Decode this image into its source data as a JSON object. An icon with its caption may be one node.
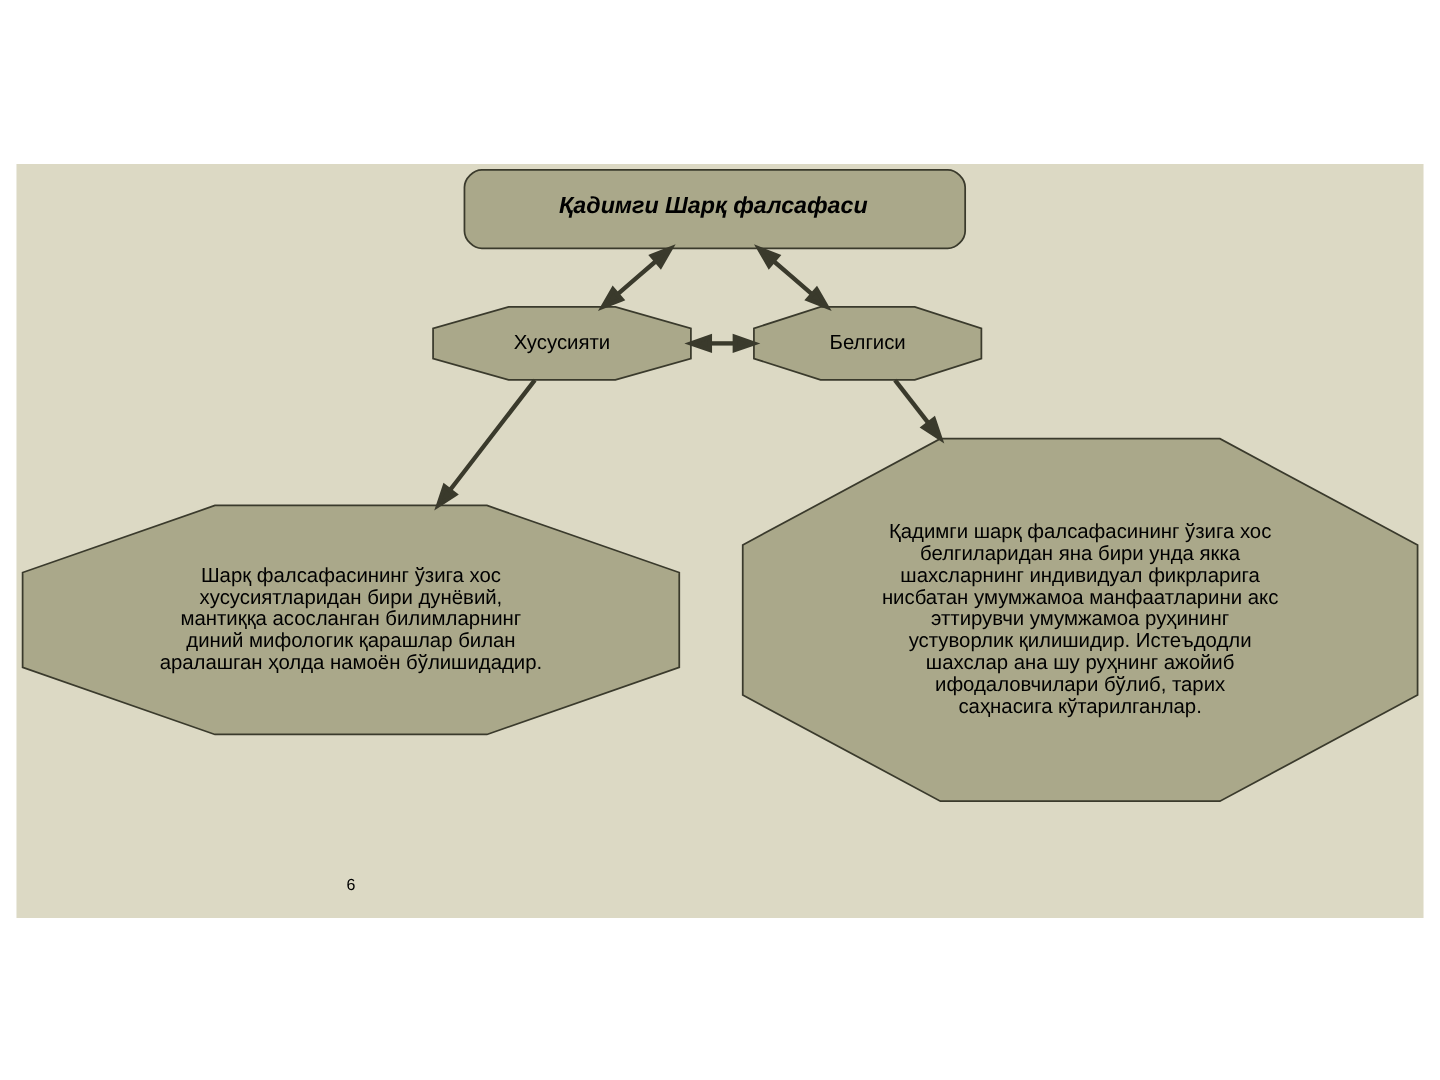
{
  "diagram": {
    "nodes": [
      {
        "text": [
          "Қадимги Шарқ фалсафаси"
        ]
      },
      {
        "text": [
          "Хусусияти"
        ]
      },
      {
        "text": [
          "Белгиси"
        ]
      },
      {
        "text": [
          "Шарқ фалсафасининг ўзига хос хусусиятларидан бири дунёвий, мантиққа асосланган билимларнинг диний мифологик қарашлар билан аралашган ҳолда намоён бўлишидадир."
        ]
      },
      {
        "text": [
          "Қадимги шарқ фалсафасининг ўзига хос белгиларидан яна бири унда якка шахсларнинг индивидуал фикрларига нисбатан умумжамоа манфаатларини акс эттирувчи умумжамоа руҳининг устуворлик қилишидир. Истеъдодли шахслар ана шу руҳнинг ажойиб ифодаловчилари бўлиб, тарих саҳнасига кўтарилганлар."
        ]
      }
    ],
    "edges": [
      {
        "from": 0,
        "to": 1,
        "arrow": "both"
      },
      {
        "from": 0,
        "to": 2,
        "arrow": "both"
      },
      {
        "from": 1,
        "to": 2,
        "arrow": "both"
      },
      {
        "from": 1,
        "to": 3,
        "arrow": "to"
      },
      {
        "from": 2,
        "to": 4,
        "arrow": "to"
      }
    ],
    "labels": [
      "6"
    ]
  }
}
